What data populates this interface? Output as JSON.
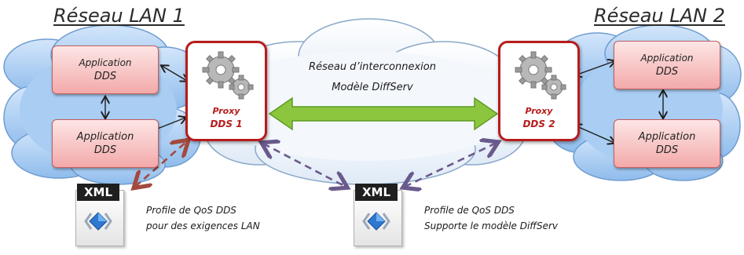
{
  "lan1": {
    "title": "Réseau LAN 1",
    "app_top": {
      "line1": "Application",
      "line2": "DDS"
    },
    "app_bottom": {
      "line1": "Application",
      "line2": "DDS"
    }
  },
  "lan2": {
    "title": "Réseau LAN 2",
    "app_top": {
      "line1": "Application",
      "line2": "DDS"
    },
    "app_bottom": {
      "line1": "Application",
      "line2": "DDS"
    }
  },
  "proxy1": {
    "line1": "Proxy",
    "line2": "DDS 1"
  },
  "proxy2": {
    "line1": "Proxy",
    "line2": "DDS 2"
  },
  "core": {
    "line1": "Réseau d’interconnexion",
    "line2": "Modèle DiffServ"
  },
  "xml1": {
    "tag": "XML",
    "note_line1": "Profile de QoS DDS",
    "note_line2": "pour des exigences LAN"
  },
  "xml2": {
    "tag": "XML",
    "note_line1": "Profile de QoS DDS",
    "note_line2": "Supporte le modèle DiffServ"
  },
  "colors": {
    "cloud_lan": "#a9cdf3",
    "cloud_core": "#eaf3fc",
    "app_fill": "#f3a9a9",
    "proxy_border": "#b71c1c",
    "green_arrow": "#8cc63f",
    "dashed_red": "#a34a3f",
    "dashed_purple": "#6a5a8c"
  },
  "icons": [
    "gear-icon",
    "xml-file-icon",
    "double-arrow-icon"
  ]
}
